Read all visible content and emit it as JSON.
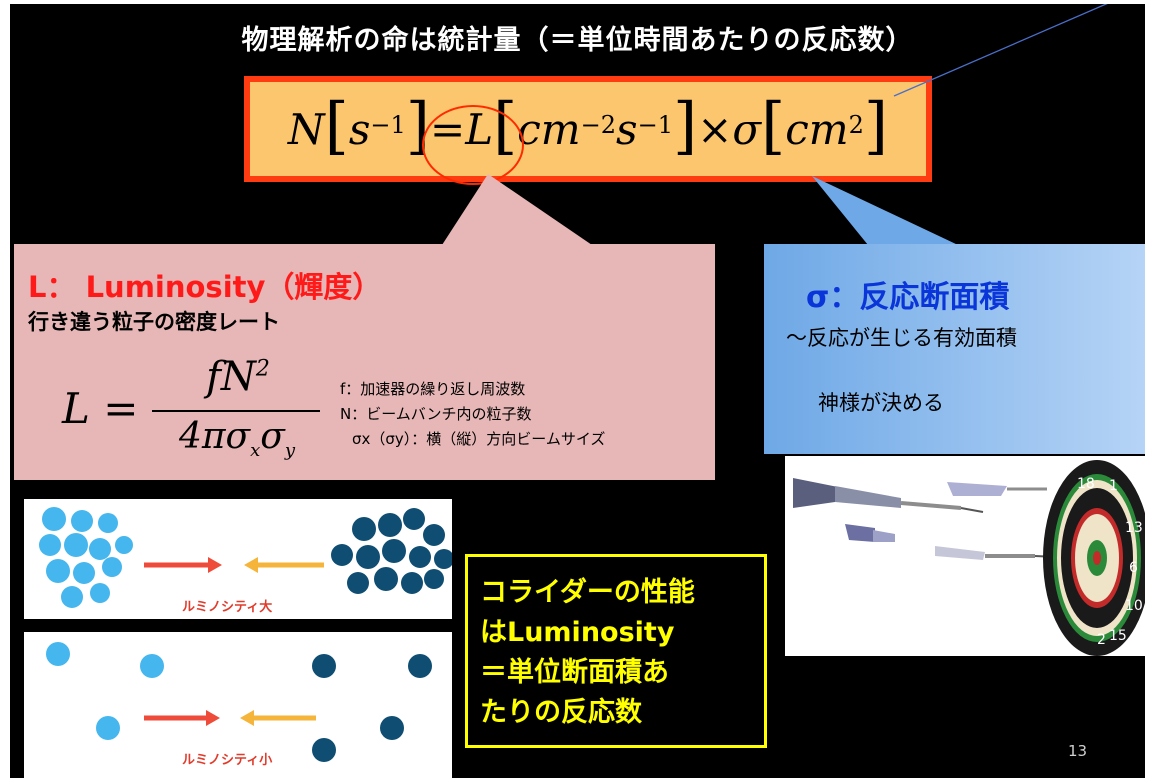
{
  "slide": {
    "title": "物理解析の命は統計量（＝単位時間あたりの反応数）",
    "formula": {
      "n": "N",
      "s": "s",
      "exp_m1": "−1",
      "eq": "=",
      "l": "L",
      "cm": "cm",
      "exp_m2": "−2",
      "times": "×",
      "sigma": "σ",
      "exp_2": "2"
    },
    "luminosity": {
      "title": "L： Luminosity（輝度）",
      "subtitle": "行き違う粒子の密度レート",
      "formula": {
        "lhs": "L =",
        "numerator_f": "fN",
        "numerator_exp": "2",
        "denominator": "4πσ",
        "sub_x": "x",
        "sigma_y": "σ",
        "sub_y": "y"
      },
      "legend": [
        "f：加速器の繰り返し周波数",
        "N：ビームバンチ内の粒子数",
        "σx（σy）：横（縦）方向ビームサイズ"
      ]
    },
    "cross_section": {
      "title": "σ：反応断面積",
      "line": "～反応が生じる有効面積",
      "note": "神様が決める"
    },
    "diagram_high_label": "ルミノシティ大",
    "diagram_low_label": "ルミノシティ小",
    "collider_text": [
      "コライダーの性能",
      "はLuminosity",
      " ＝単位断面積あ",
      "たりの反応数"
    ],
    "dartboard_numbers": [
      "18",
      "1",
      "13",
      "6",
      "10",
      "15",
      "2"
    ],
    "page_number": "13"
  }
}
